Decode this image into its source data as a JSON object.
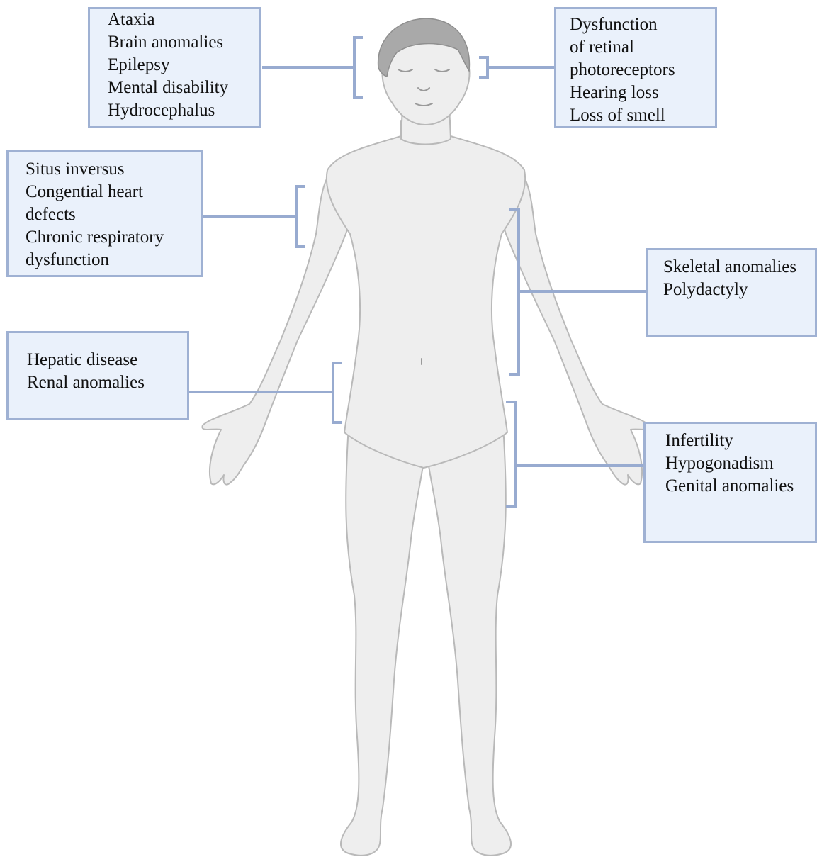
{
  "colors": {
    "box_fill": "#eaf1fb",
    "box_border": "#9fb1d3",
    "connector": "#98abd0",
    "body_fill": "#eeeeee",
    "body_outline": "#b9b9b9",
    "hair": "#a9a9a9"
  },
  "labels": {
    "head_left": [
      "Ataxia",
      "Brain anomalies",
      "Epilepsy",
      "Mental disability",
      "Hydrocephalus"
    ],
    "head_right": [
      "Dysfunction",
      "of retinal",
      "photoreceptors",
      "Hearing loss",
      "Loss of smell"
    ],
    "chest": [
      "Situs inversus",
      "Congential heart",
      "defects",
      "Chronic respiratory",
      "dysfunction"
    ],
    "skeleton": [
      "Skeletal anomalies",
      "Polydactyly"
    ],
    "abdomen": [
      "Hepatic disease",
      "Renal anomalies"
    ],
    "pelvis": [
      "Infertility",
      "Hypogonadism",
      "Genital anomalies"
    ]
  }
}
